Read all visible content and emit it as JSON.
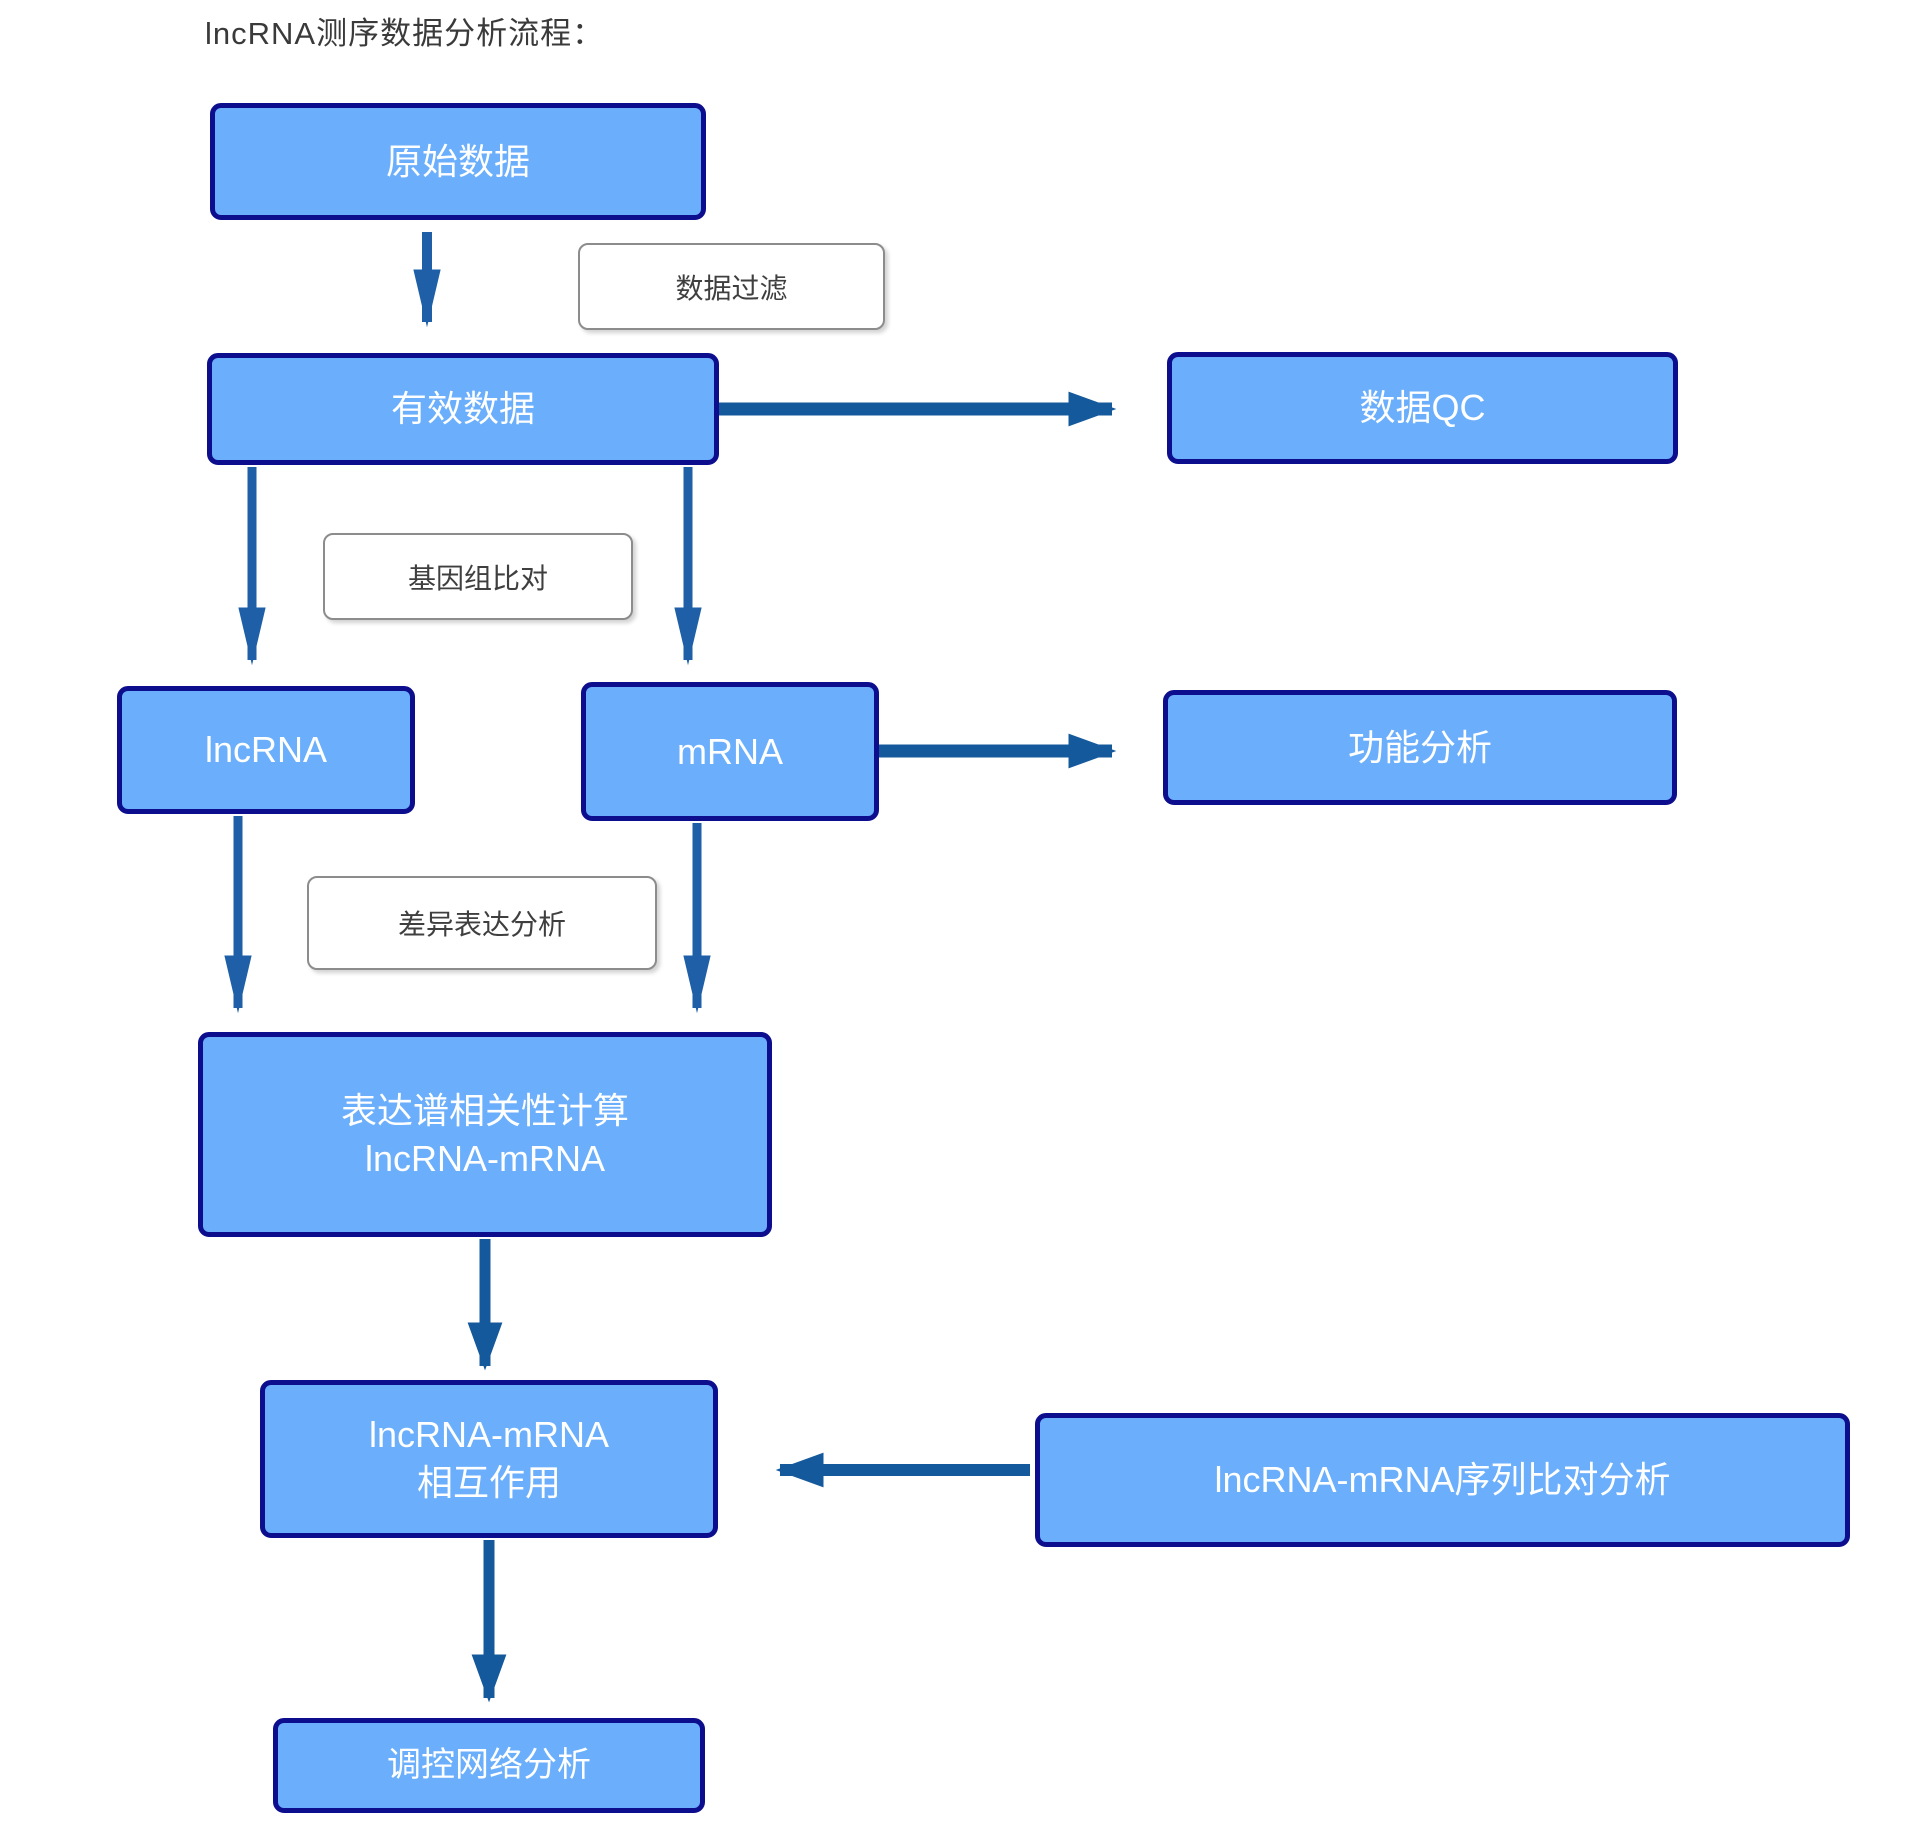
{
  "title": "lncRNA测序数据分析流程：",
  "colors": {
    "node_fill": "#6aaefc",
    "node_border": "#0d0e8e",
    "node_text": "#ffffff",
    "arrow_primary": "#1e5fa8",
    "arrow_dark": "#14599b",
    "label_border": "#8c8c8c",
    "label_text": "#3f3f3f",
    "title_text": "#3a3a3a"
  },
  "nodes": {
    "raw_data": {
      "label": "原始数据"
    },
    "valid_data": {
      "label": "有效数据"
    },
    "data_qc": {
      "label": "数据QC"
    },
    "lncrna": {
      "label": "lncRNA"
    },
    "mrna": {
      "label": "mRNA"
    },
    "functional_analysis": {
      "label": "功能分析"
    },
    "correlation": {
      "line1": "表达谱相关性计算",
      "line2": "lncRNA-mRNA"
    },
    "interaction": {
      "line1": "lncRNA-mRNA",
      "line2": "相互作用"
    },
    "seq_alignment": {
      "label": "lncRNA-mRNA序列比对分析"
    },
    "network": {
      "label": "调控网络分析"
    }
  },
  "process_labels": {
    "data_filter": "数据过滤",
    "genome_alignment": "基因组比对",
    "diff_expression": "差异表达分析"
  }
}
